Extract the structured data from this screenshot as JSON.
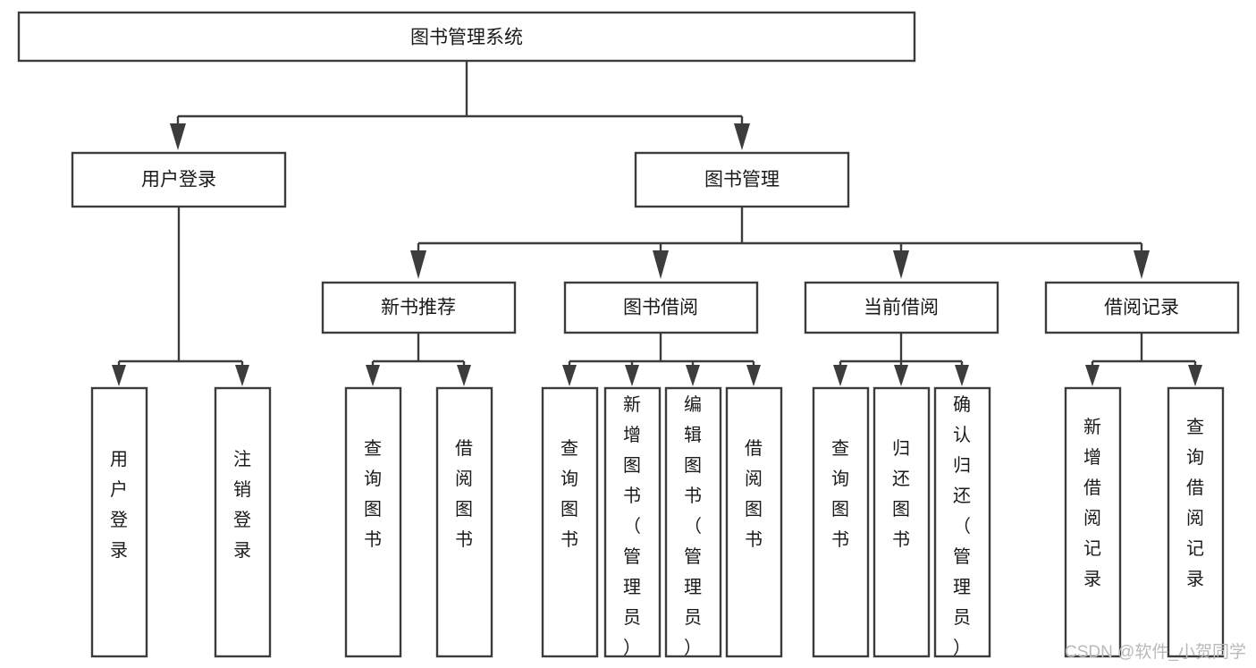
{
  "diagram": {
    "title": "图书管理系统",
    "type": "tree-hierarchy-chart",
    "orientation": "top-down",
    "accent_color": "#3c3c3c",
    "background_color": "#ffffff",
    "watermark": "CSDN @软件_小贺同学",
    "levels": {
      "level1": "系统根节点",
      "level2": "一级模块",
      "level3": "二级模块",
      "level4": "功能叶节点"
    }
  },
  "root": {
    "label": "图书管理系统"
  },
  "level2": [
    {
      "label": "用户登录"
    },
    {
      "label": "图书管理"
    }
  ],
  "level3": [
    {
      "label": "新书推荐"
    },
    {
      "label": "图书借阅"
    },
    {
      "label": "当前借阅"
    },
    {
      "label": "借阅记录"
    }
  ],
  "leaves": {
    "user_login": [
      {
        "label": "用户登录"
      },
      {
        "label": "注销登录"
      }
    ],
    "new_book_recommend": [
      {
        "label": "查询图书"
      },
      {
        "label": "借阅图书"
      }
    ],
    "book_borrow": [
      {
        "label": "查询图书"
      },
      {
        "label": "新增图书（管理员）"
      },
      {
        "label": "编辑图书（管理员）"
      },
      {
        "label": "借阅图书"
      }
    ],
    "current_borrow": [
      {
        "label": "查询图书"
      },
      {
        "label": "归还图书"
      },
      {
        "label": "确认归还（管理员）"
      }
    ],
    "borrow_record": [
      {
        "label": "新增借阅记录"
      },
      {
        "label": "查询借阅记录"
      }
    ]
  }
}
